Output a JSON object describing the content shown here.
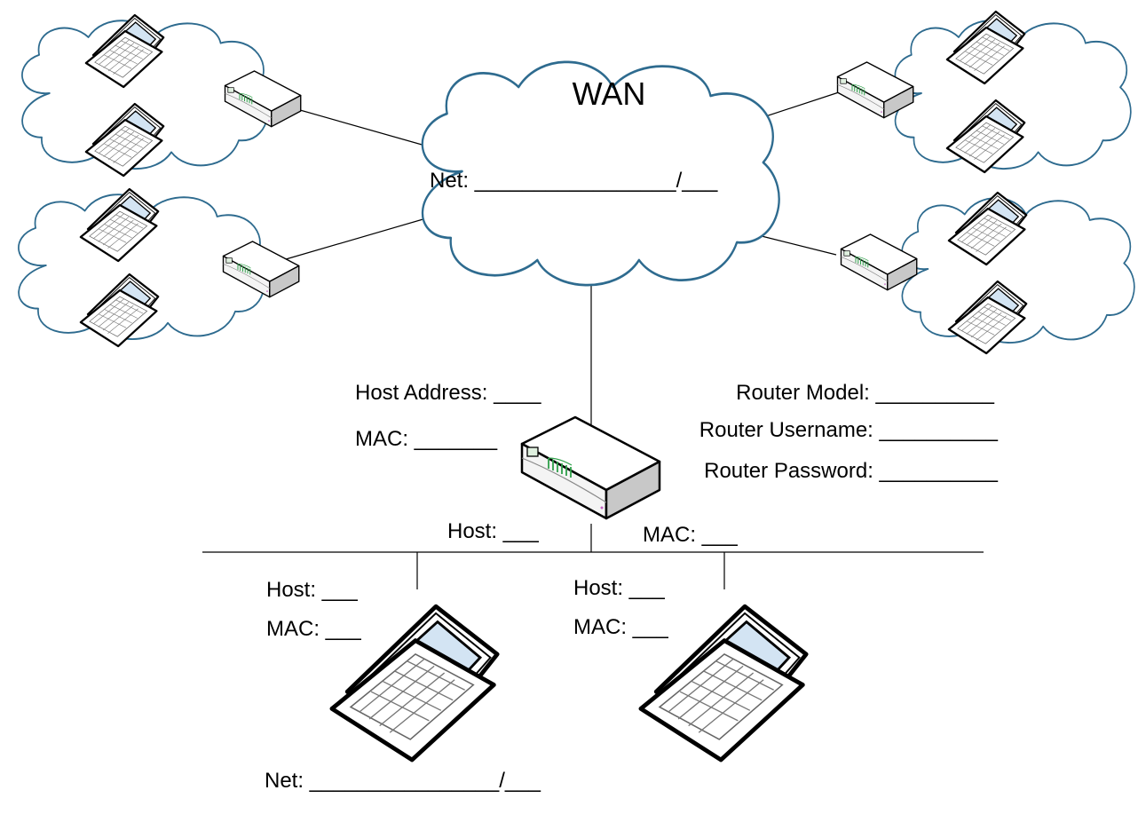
{
  "colors": {
    "wan_cloud_stroke": "#2e6b8f",
    "lan_cloud_stroke": "#2e6b8f",
    "wire": "#000000",
    "screen_fill": "#cfe2f3",
    "router_led": "#2fa04a"
  },
  "icons": {
    "laptop": "laptop-icon",
    "router": "router-icon",
    "cloud": "cloud-shape"
  },
  "wan": {
    "title": "WAN",
    "net_label": "Net: _________________/___"
  },
  "main_router": {
    "host_address": "Host Address: ____",
    "mac_top": "MAC: _______",
    "model": "Router Model: __________",
    "username": "Router Username: __________",
    "password": "Router Password: __________",
    "lan_host": "Host: ___",
    "lan_mac": "MAC: ___"
  },
  "lan": {
    "left_laptop": {
      "host": "Host: ___",
      "mac": "MAC: ___"
    },
    "right_laptop": {
      "host": "Host: ___",
      "mac": "MAC: ___"
    },
    "net_label": "Net: ________________/___"
  }
}
